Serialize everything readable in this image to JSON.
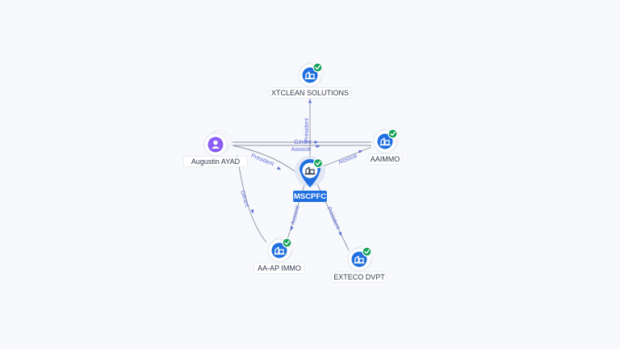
{
  "colors": {
    "background": "#f8f9fc",
    "edge": "#8b91a3",
    "edge_label": "#5a6bd8",
    "company_icon": "#1f6fe0",
    "person_icon": "#8b5cf6",
    "verified_badge": "#1aa35a",
    "center_label_bg": "#1f6fe0"
  },
  "nodes": [
    {
      "id": "mscpfc",
      "label": "MSCPFC",
      "kind": "company",
      "center": true,
      "verified": true,
      "icon": "building-icon"
    },
    {
      "id": "xtclean",
      "label": "XTCLEAN SOLUTIONS",
      "kind": "company",
      "verified": true,
      "icon": "building-icon"
    },
    {
      "id": "aaimmo",
      "label": "AAIMMO",
      "kind": "company",
      "verified": true,
      "icon": "building-icon"
    },
    {
      "id": "augustin",
      "label": "Augustin AYAD",
      "kind": "person",
      "verified": false,
      "icon": "person-icon"
    },
    {
      "id": "aaap",
      "label": "AA-AP IMMO",
      "kind": "company",
      "verified": true,
      "icon": "building-icon"
    },
    {
      "id": "exteco",
      "label": "EXTECO DVPT",
      "kind": "company",
      "verified": true,
      "icon": "building-icon"
    }
  ],
  "edges": [
    {
      "id": "e1",
      "from": "mscpfc",
      "to": "xtclean",
      "label": "Président"
    },
    {
      "id": "e2",
      "from": "mscpfc",
      "to": "aaimmo",
      "label": "Associé"
    },
    {
      "id": "e3",
      "from": "augustin",
      "to": "mscpfc",
      "label": "Président"
    },
    {
      "id": "e4",
      "from": "augustin",
      "to": "aaimmo",
      "label": "Gérant"
    },
    {
      "id": "e5",
      "from": "augustin",
      "to": "aaimmo",
      "label": "Associé"
    },
    {
      "id": "e6",
      "from": "augustin",
      "to": "aaap",
      "label": "Gérant"
    },
    {
      "id": "e7",
      "from": "mscpfc",
      "to": "aaap",
      "label": "Associé"
    },
    {
      "id": "e8",
      "from": "mscpfc",
      "to": "exteco",
      "label": "Président"
    }
  ]
}
